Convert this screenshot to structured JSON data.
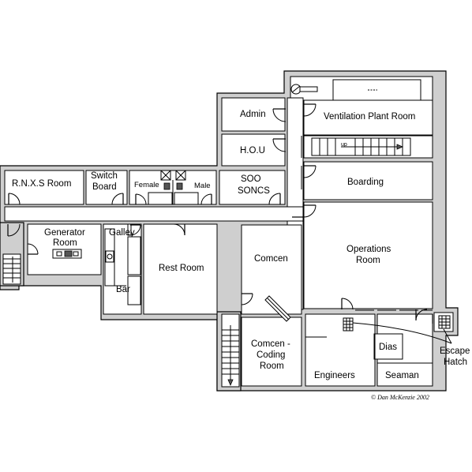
{
  "rooms": {
    "rnxs": "R.N.X.S Room",
    "switch_1": "Switch",
    "switch_2": "Board",
    "female": "Female",
    "male": "Male",
    "soo_1": "SOO",
    "soo_2": "SONCS",
    "admin": "Admin",
    "hou": "H.O.U",
    "ventilation": "Ventilation Plant Room",
    "boarding": "Boarding",
    "generator_1": "Generator",
    "generator_2": "Room",
    "galley": "Galley",
    "bar": "Bar",
    "rest": "Rest Room",
    "comcen": "Comcen",
    "coding_1": "Comcen -",
    "coding_2": "Coding",
    "coding_3": "Room",
    "operations_1": "Operations",
    "operations_2": "Room",
    "dias": "Dias",
    "engineers": "Engineers",
    "seaman": "Seaman",
    "escape_1": "Escape",
    "escape_2": "Hatch"
  },
  "stair_label": "up",
  "copyright": "© Dan McKenzie 2002"
}
